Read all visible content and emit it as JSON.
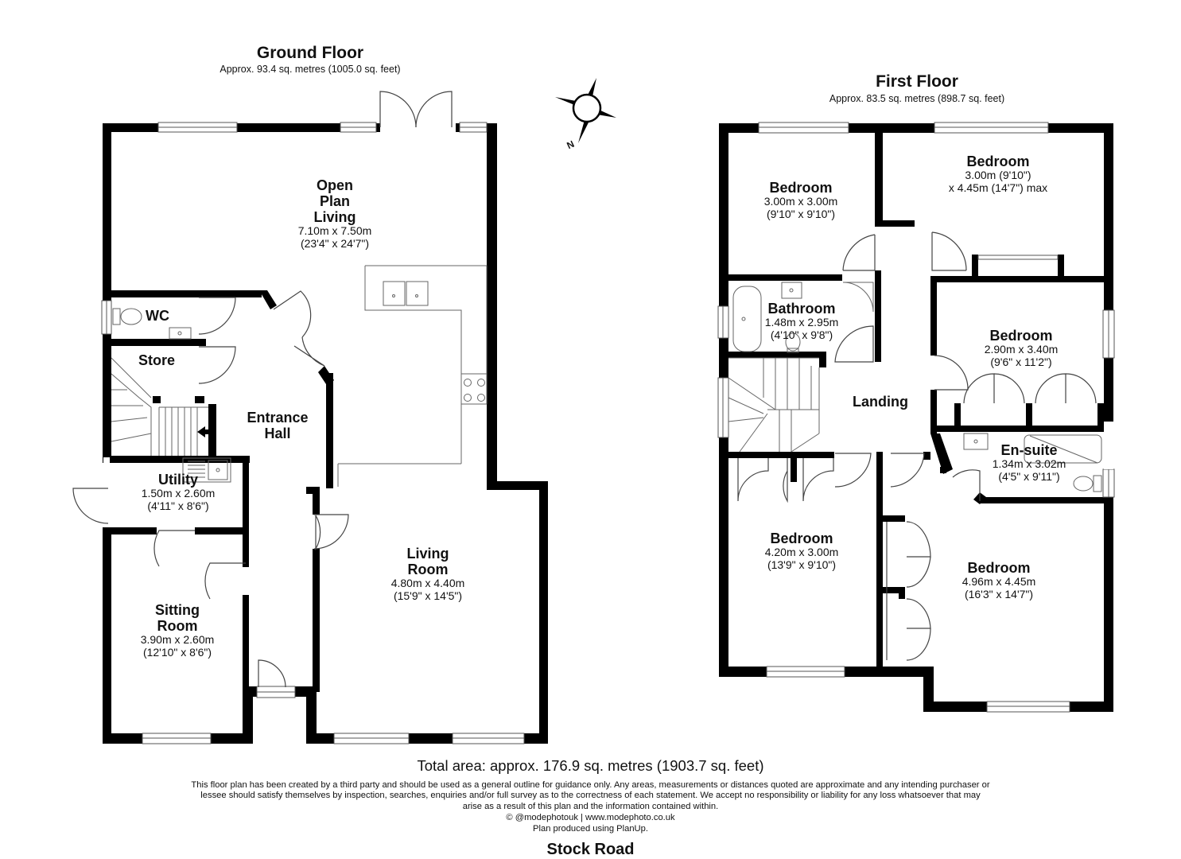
{
  "ground_floor": {
    "title": "Ground Floor",
    "area": "Approx. 93.4 sq. metres (1005.0 sq. feet)",
    "rooms": {
      "open_plan": {
        "name_1": "Open",
        "name_2": "Plan",
        "name_3": "Living",
        "dim_m": "7.10m x 7.50m",
        "dim_ft": "(23'4\" x 24'7\")"
      },
      "wc": {
        "name": "WC"
      },
      "store": {
        "name": "Store"
      },
      "entrance_hall": {
        "name_1": "Entrance",
        "name_2": "Hall"
      },
      "utility": {
        "name": "Utility",
        "dim_m": "1.50m x 2.60m",
        "dim_ft": "(4'11\" x 8'6\")"
      },
      "sitting_room": {
        "name_1": "Sitting",
        "name_2": "Room",
        "dim_m": "3.90m x 2.60m",
        "dim_ft": "(12'10\" x 8'6\")"
      },
      "living_room": {
        "name_1": "Living",
        "name_2": "Room",
        "dim_m": "4.80m x 4.40m",
        "dim_ft": "(15'9\" x 14'5\")"
      }
    }
  },
  "first_floor": {
    "title": "First Floor",
    "area": "Approx. 83.5 sq. metres (898.7 sq. feet)",
    "rooms": {
      "bedroom_1": {
        "name": "Bedroom",
        "dim_m": "3.00m x 3.00m",
        "dim_ft": "(9'10\" x 9'10\")"
      },
      "bedroom_2": {
        "name": "Bedroom",
        "dim_m": "3.00m (9'10\")",
        "dim_ft": "x 4.45m (14'7\") max"
      },
      "bathroom": {
        "name": "Bathroom",
        "dim_m": "1.48m x 2.95m",
        "dim_ft": "(4'10\" x 9'8\")"
      },
      "bedroom_3": {
        "name": "Bedroom",
        "dim_m": "2.90m x 3.40m",
        "dim_ft": "(9'6\" x 11'2\")"
      },
      "landing": {
        "name": "Landing"
      },
      "ensuite": {
        "name": "En-suite",
        "dim_m": "1.34m x 3.02m",
        "dim_ft": "(4'5\" x 9'11\")"
      },
      "bedroom_4": {
        "name": "Bedroom",
        "dim_m": "4.20m x 3.00m",
        "dim_ft": "(13'9\" x 9'10\")"
      },
      "bedroom_5": {
        "name": "Bedroom",
        "dim_m": "4.96m x 4.45m",
        "dim_ft": "(16'3\" x 14'7\")"
      }
    }
  },
  "compass": {
    "label": "N"
  },
  "total_area": "Total area: approx. 176.9 sq. metres (1903.7 sq. feet)",
  "disclaimer": "This floor plan has been created by a third party and should be used as a general outline for guidance only. Any areas, measurements or distances quoted are approximate and any intending purchaser or lessee should satisfy themselves by inspection, searches, enquiries and/or full survey as to the correctness of each statement. We accept no responsibility or liability for any loss whatsoever that may arise as a result of this plan and the information contained within.",
  "credit_line_1": "© @modephotouk | www.modephoto.co.uk",
  "credit_line_2": "Plan produced using PlanUp.",
  "address": "Stock Road",
  "colors": {
    "wall": "#000000",
    "fixture": "#555555",
    "background": "#ffffff"
  }
}
